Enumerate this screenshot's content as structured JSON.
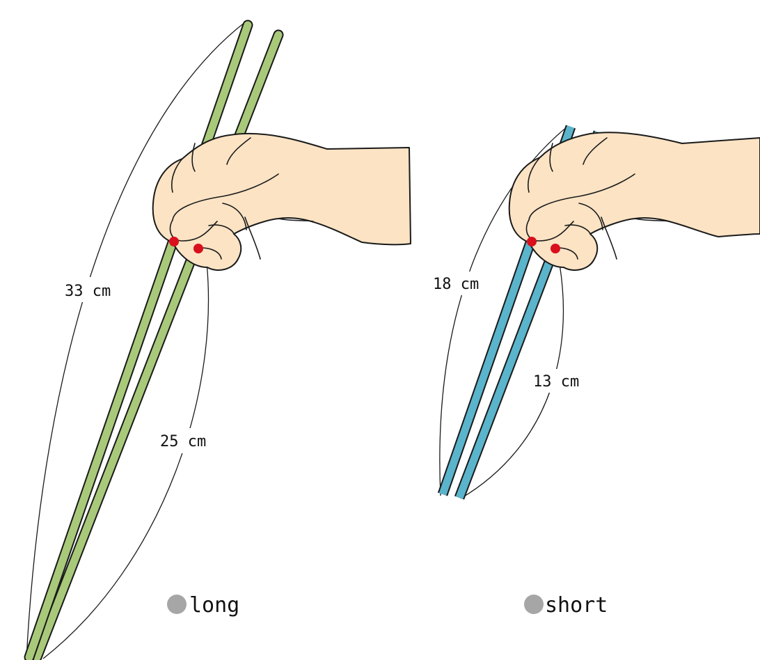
{
  "colors": {
    "long_chopstick": "#a9c97a",
    "short_chopstick": "#5ab4cb",
    "grip_dot": "#d90f1c",
    "bullet": "#a6a6a6",
    "skin": "#fbe3c4"
  },
  "diagrams": [
    {
      "id": "long",
      "caption": "long",
      "total_length_label": "33 cm",
      "grip_length_label": "25 cm"
    },
    {
      "id": "short",
      "caption": "short",
      "total_length_label": "18 cm",
      "grip_length_label": "13 cm"
    }
  ]
}
